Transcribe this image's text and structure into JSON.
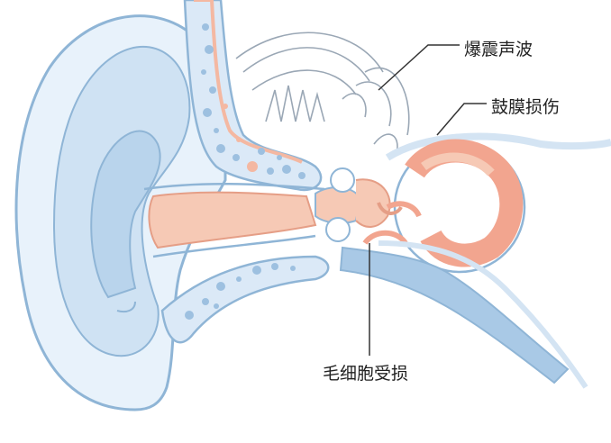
{
  "labels": {
    "blast_wave": "爆震声波",
    "eardrum_damage": "鼓膜损伤",
    "hair_cell_damage": "毛细胞受损"
  },
  "colors": {
    "outline": "#8fb5d6",
    "ear_fill": "#e8f2fb",
    "ear_inner": "#b9d4ec",
    "canal_pink": "#f6c9b5",
    "cochlea_pink": "#f2a58f",
    "nerve_blue": "#a9c9e6",
    "dot_blue": "#9dc0e0",
    "dot_pink": "#f4b8a2"
  }
}
